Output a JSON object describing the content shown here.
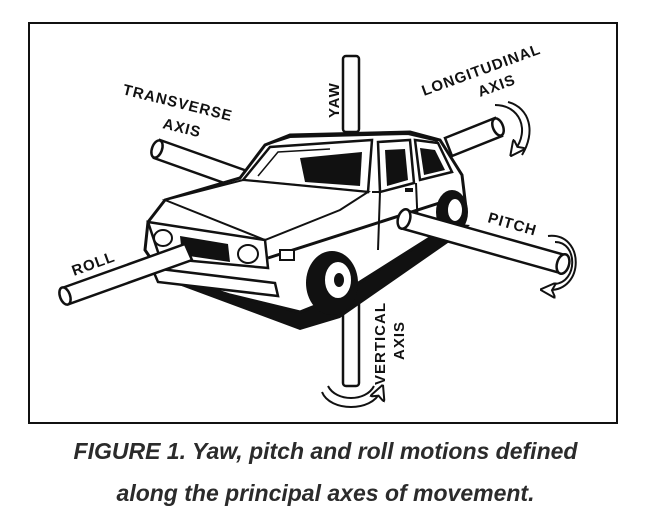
{
  "axis_labels": {
    "yaw": "YAW",
    "transverse_line1": "TRANSVERSE",
    "transverse_line2": "AXIS",
    "longitudinal_line1": "LONGITUDINAL",
    "longitudinal_line2": "AXIS",
    "pitch": "PITCH",
    "roll": "ROLL",
    "vertical_line1": "VERTICAL",
    "vertical_line2": "AXIS"
  },
  "caption": {
    "line1": "FIGURE 1. Yaw, pitch and roll motions defined",
    "line2": "along the principal axes of movement."
  },
  "colors": {
    "ink": "#111111",
    "caption": "#2b2b2b",
    "paper": "#ffffff"
  }
}
